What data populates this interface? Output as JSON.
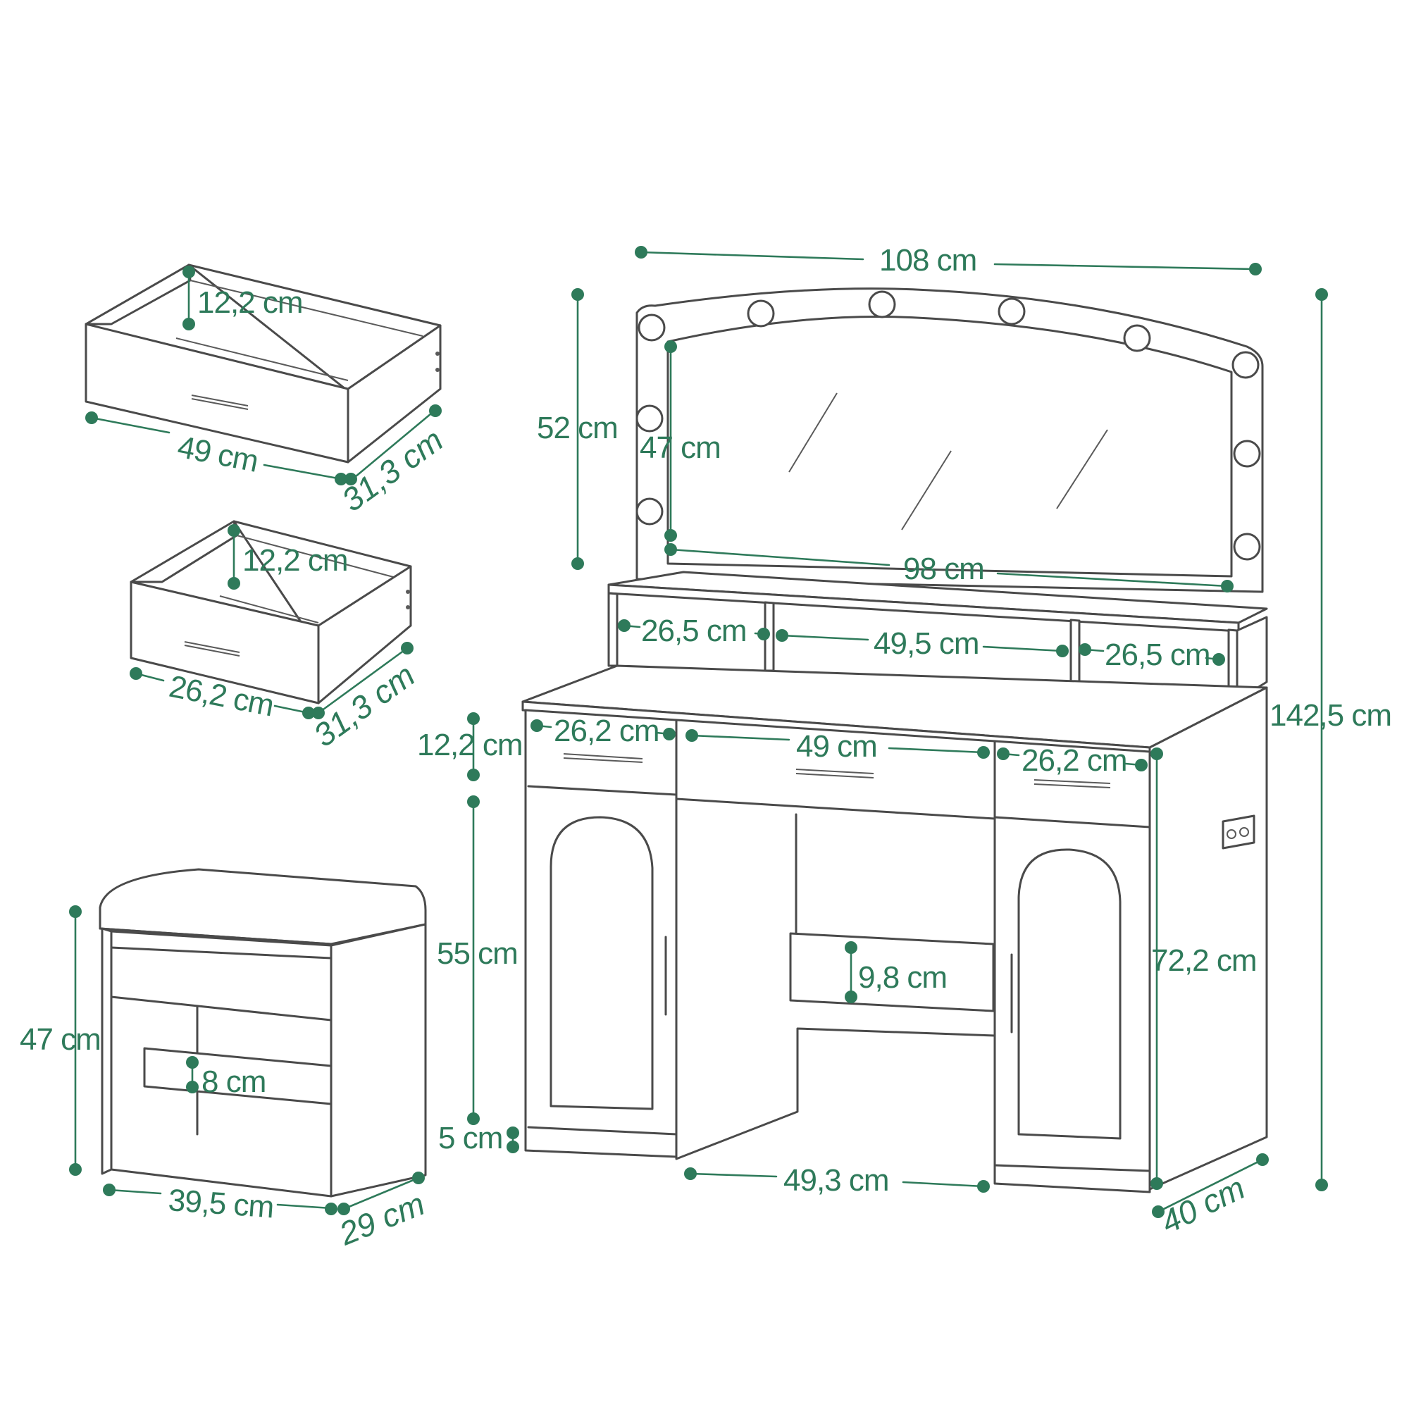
{
  "colors": {
    "dimension": "#2e7a5a",
    "outline": "#4a4a4a",
    "background": "#ffffff"
  },
  "drawer_large": {
    "height": "12,2 cm",
    "width": "49 cm",
    "depth": "31,3 cm"
  },
  "drawer_small": {
    "height": "12,2 cm",
    "width": "26,2 cm",
    "depth": "31,3 cm"
  },
  "stool": {
    "height": "47 cm",
    "rail": "8 cm",
    "width": "39,5 cm",
    "depth": "29 cm"
  },
  "mirror": {
    "total_width": "108 cm",
    "frame_height": "52 cm",
    "glass_height": "47 cm",
    "glass_width": "98 cm"
  },
  "shelf": {
    "left": "26,5 cm",
    "middle": "49,5 cm",
    "right": "26,5 cm"
  },
  "desk": {
    "drawer_height": "12,2 cm",
    "drawer_left": "26,2 cm",
    "drawer_middle": "49 cm",
    "drawer_right": "26,2 cm",
    "knee_clearance": "55 cm",
    "back_panel": "9,8 cm",
    "base_height": "5 cm",
    "knee_width": "49,3 cm",
    "desk_height": "72,2 cm",
    "total_height": "142,5 cm",
    "depth": "40 cm"
  }
}
